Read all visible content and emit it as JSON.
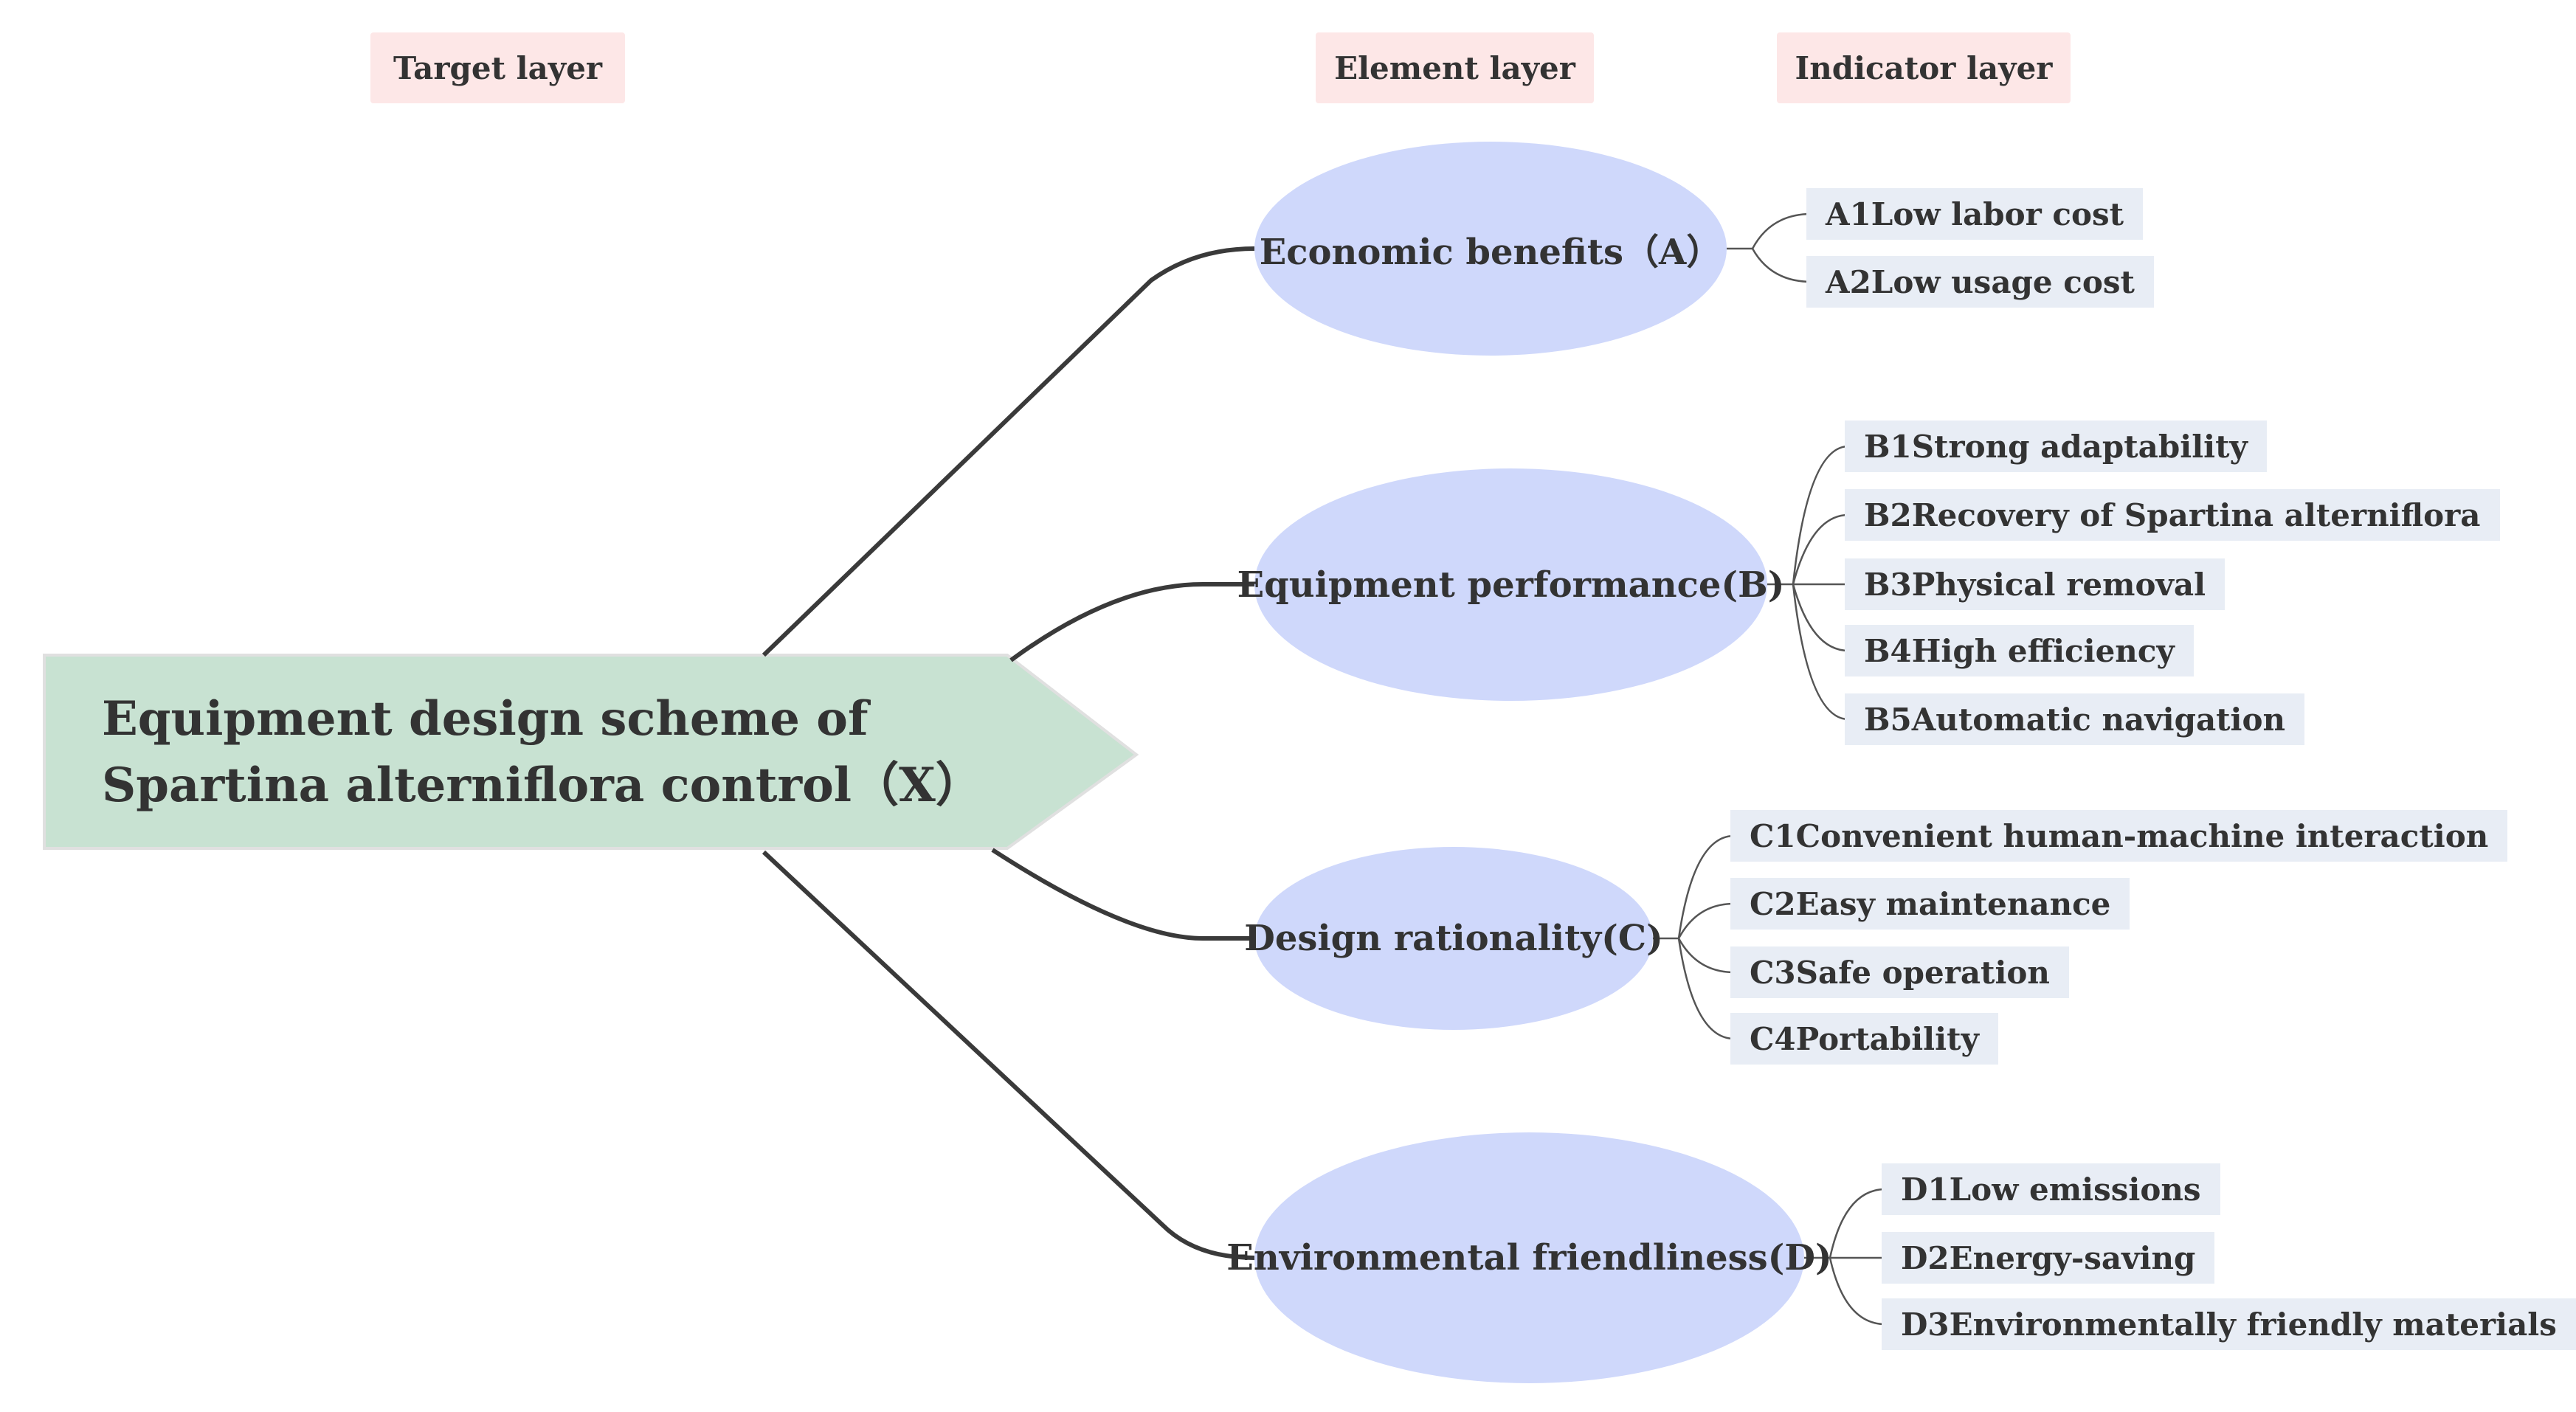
{
  "headers": {
    "target": "Target layer",
    "element": "Element layer",
    "indicator": "Indicator layer"
  },
  "root": {
    "label": "Equipment design scheme of Spartina alterniflora control（X）"
  },
  "elements": [
    {
      "label": "Economic benefits（A）",
      "indicators": [
        "A1Low labor cost",
        "A2Low usage cost"
      ]
    },
    {
      "label": "Equipment performance(B)",
      "indicators": [
        "B1Strong adaptability",
        "B2Recovery of Spartina alterniflora",
        "B3Physical removal",
        "B4High efficiency",
        "B5Automatic navigation"
      ]
    },
    {
      "label": "Design rationality(C)",
      "indicators": [
        "C1Convenient human-machine interaction",
        "C2Easy maintenance",
        "C3Safe operation",
        "C4Portability"
      ]
    },
    {
      "label": "Environmental friendliness(D)",
      "indicators": [
        "D1Low emissions",
        "D2Energy-saving",
        "D3Environmentally friendly materials"
      ]
    }
  ],
  "colors": {
    "root_fill": "#c8e2d2",
    "element_fill": "#cfd8fb",
    "indicator_fill": "#e8edf5",
    "header_fill": "#fde7e7",
    "line": "#3a3a3a"
  }
}
